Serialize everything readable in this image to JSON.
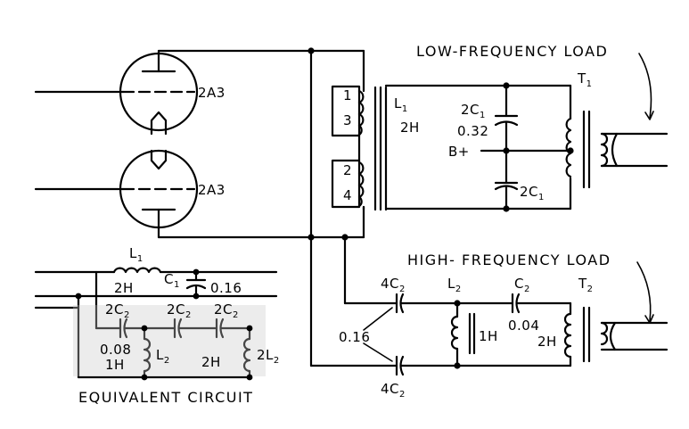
{
  "labels": {
    "tube1": "2A3",
    "tube2": "2A3",
    "l1": "L",
    "l1_sub": "1",
    "l1_val": "2H",
    "pin1": "1",
    "pin3": "3",
    "pin2": "2",
    "pin4": "4",
    "c1_top": "2C",
    "c1_top_sub": "1",
    "c1_val": "0.32",
    "bplus": "B+",
    "c1_bot": "2C",
    "c1_bot_sub": "1",
    "t1": "T",
    "t1_sub": "1",
    "lf_load": "LOW-FREQUENCY LOAD",
    "hf_load": "HIGH- FREQUENCY LOAD",
    "t2": "T",
    "t2_sub": "2",
    "c2_top": "4C",
    "c2_top_sub": "2",
    "c2_bot": "4C",
    "c2_bot_sub": "2",
    "hf_cap_val": "0.16",
    "l2": "L",
    "l2_sub": "2",
    "l2_val": "1H",
    "c2": "C",
    "c2_sub": "2",
    "c2_val": "0.04",
    "t2_val": "2H",
    "eq_title": "EQUIVALENT CIRCUIT",
    "eq_l1": "L",
    "eq_l1_sub": "1",
    "eq_l1_val": "2H",
    "eq_c1": "C",
    "eq_c1_sub": "1",
    "eq_c1_val": "0.16",
    "eq_2c2_a": "2C",
    "eq_2c2_a_sub": "2",
    "eq_2c2_b": "2C",
    "eq_2c2_b_sub": "2",
    "eq_2c2_c": "2C",
    "eq_2c2_c_sub": "2",
    "eq_val_008": "0.08",
    "eq_val_1h": "1H",
    "eq_l2": "L",
    "eq_l2_sub": "2",
    "eq_2h": "2H",
    "eq_2l2": "2L",
    "eq_2l2_sub": "2"
  }
}
